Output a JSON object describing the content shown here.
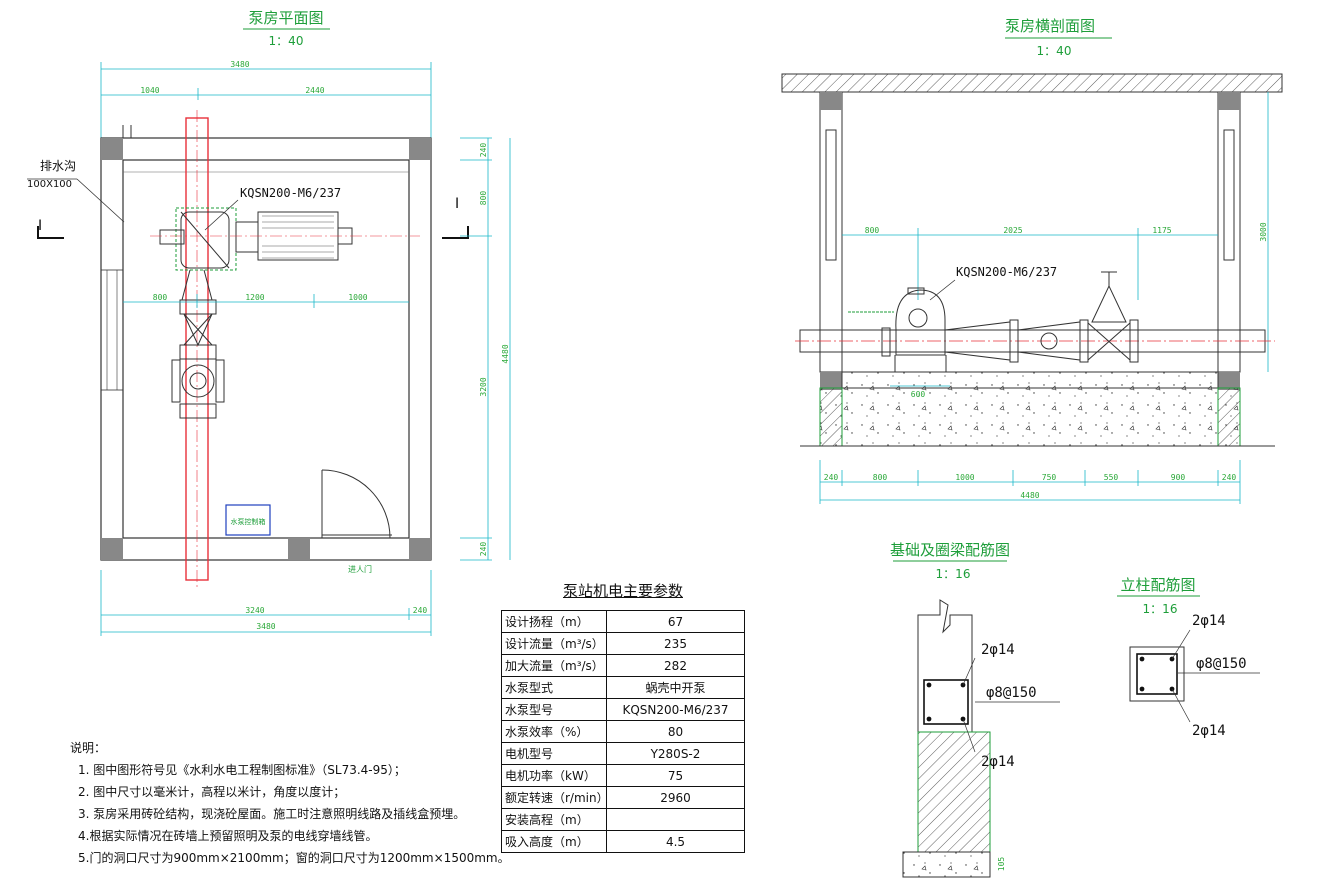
{
  "plan": {
    "title": "泵房平面图",
    "scale": "1：40",
    "dims": {
      "top_total": "3480",
      "top_left": "1040",
      "top_right": "2440",
      "bottom_left": "3240",
      "bottom_right": "240",
      "bottom_total": "3480",
      "right_240_top": "240",
      "right_800": "800",
      "right_3200": "3200",
      "right_240_bot": "240",
      "right_total": "4480",
      "mid_800": "800",
      "mid_1200": "1200",
      "mid_1000": "1000"
    },
    "drain_label": "排水沟",
    "drain_size": "100X100",
    "pump_label": "KQSN200-M6/237",
    "section_mark_left": "I",
    "section_mark_right": "I",
    "control_box": "水泵控制箱",
    "door_label": "进人门"
  },
  "section": {
    "title": "泵房横剖面图",
    "scale": "1：40",
    "pump_label": "KQSN200-M6/237",
    "dims": {
      "top_800": "800",
      "top_2025": "2025",
      "top_1175": "1175",
      "height_3000": "3000",
      "base_600": "600",
      "b_240a": "240",
      "b_800": "800",
      "b_1000": "1000",
      "b_750": "750",
      "b_550": "550",
      "b_900": "900",
      "b_240b": "240",
      "b_total": "4480"
    }
  },
  "params": {
    "title": "泵站机电主要参数",
    "rows": [
      {
        "k": "设计扬程（m）",
        "v": "67"
      },
      {
        "k": "设计流量（m³/s）",
        "v": "235"
      },
      {
        "k": "加大流量（m³/s）",
        "v": "282"
      },
      {
        "k": "水泵型式",
        "v": "蜗壳中开泵"
      },
      {
        "k": "水泵型号",
        "v": "KQSN200-M6/237"
      },
      {
        "k": "水泵效率（%）",
        "v": "80"
      },
      {
        "k": "电机型号",
        "v": "Y280S-2"
      },
      {
        "k": "电机功率（kW）",
        "v": "75"
      },
      {
        "k": "额定转速（r/min）",
        "v": "2960"
      },
      {
        "k": "安装高程（m）",
        "v": ""
      },
      {
        "k": "吸入高度（m）",
        "v": "4.5"
      }
    ]
  },
  "beam": {
    "title": "基础及圈梁配筋图",
    "scale": "1：16",
    "rebar_top": "2φ14",
    "stirrup": "φ8@150",
    "rebar_bot": "2φ14",
    "dim_105": "105"
  },
  "column": {
    "title": "立柱配筋图",
    "scale": "1：16",
    "rebar_top": "2φ14",
    "stirrup": "φ8@150",
    "rebar_bot": "2φ14"
  },
  "notes": {
    "head": "说明：",
    "items": [
      "1. 图中图形符号见《水利水电工程制图标准》（SL73.4-95）；",
      "2. 图中尺寸以毫米计，高程以米计，角度以度计；",
      "3. 泵房采用砖砼结构，现浇砼屋面。施工时注意照明线路及插线盒预埋。",
      "4.根据实际情况在砖墙上预留照明及泵的电线穿墙线管。",
      "5.门的洞口尺寸为900mm×2100mm；窗的洞口尺寸为1200mm×1500mm。"
    ]
  },
  "colors": {
    "green": "#1e9e3a",
    "cyan": "#19b8c8",
    "red": "#e8303a",
    "pipe_red": "#ff8888",
    "blue": "#1f3fbf",
    "gray": "#9a9a9a"
  }
}
